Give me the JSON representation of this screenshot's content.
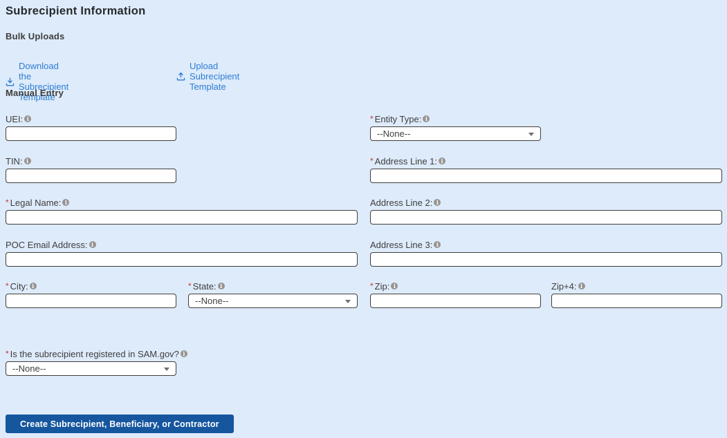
{
  "ui": {
    "required_marker": "*"
  },
  "header": {
    "title": "Subrecipient Information",
    "bulk_uploads": "Bulk Uploads",
    "manual_entry": "Manual Entry"
  },
  "links": {
    "download_label": "Download the Subrecipient Template",
    "upload_label": "Upload Subrecipient Template"
  },
  "fields": {
    "uei": {
      "label": "UEI:",
      "value": "",
      "required": false
    },
    "entity_type": {
      "label": "Entity Type:",
      "value": "--None--",
      "required": true
    },
    "tin": {
      "label": "TIN:",
      "value": "",
      "required": false
    },
    "address1": {
      "label": "Address Line 1:",
      "value": "",
      "required": true
    },
    "legal_name": {
      "label": "Legal Name:",
      "value": "",
      "required": true
    },
    "address2": {
      "label": "Address Line 2:",
      "value": "",
      "required": false
    },
    "poc_email": {
      "label": "POC Email Address:",
      "value": "",
      "required": false
    },
    "address3": {
      "label": "Address Line 3:",
      "value": "",
      "required": false
    },
    "city": {
      "label": "City:",
      "value": "",
      "required": true
    },
    "state": {
      "label": "State:",
      "value": "--None--",
      "required": true
    },
    "zip": {
      "label": "Zip:",
      "value": "",
      "required": true
    },
    "zip4": {
      "label": "Zip+4:",
      "value": "",
      "required": false
    },
    "sam_registered": {
      "label": "Is the subrecipient registered in SAM.gov?",
      "value": "--None--",
      "required": true
    }
  },
  "actions": {
    "create_button": "Create Subrecipient, Beneficiary, or Contractor"
  },
  "colors": {
    "background": "#deebfb",
    "link_blue": "#2d7dd2",
    "button_blue": "#15569e",
    "required_red": "#c23934",
    "label_gray": "#3e3e3c",
    "info_gray": "#969492"
  }
}
